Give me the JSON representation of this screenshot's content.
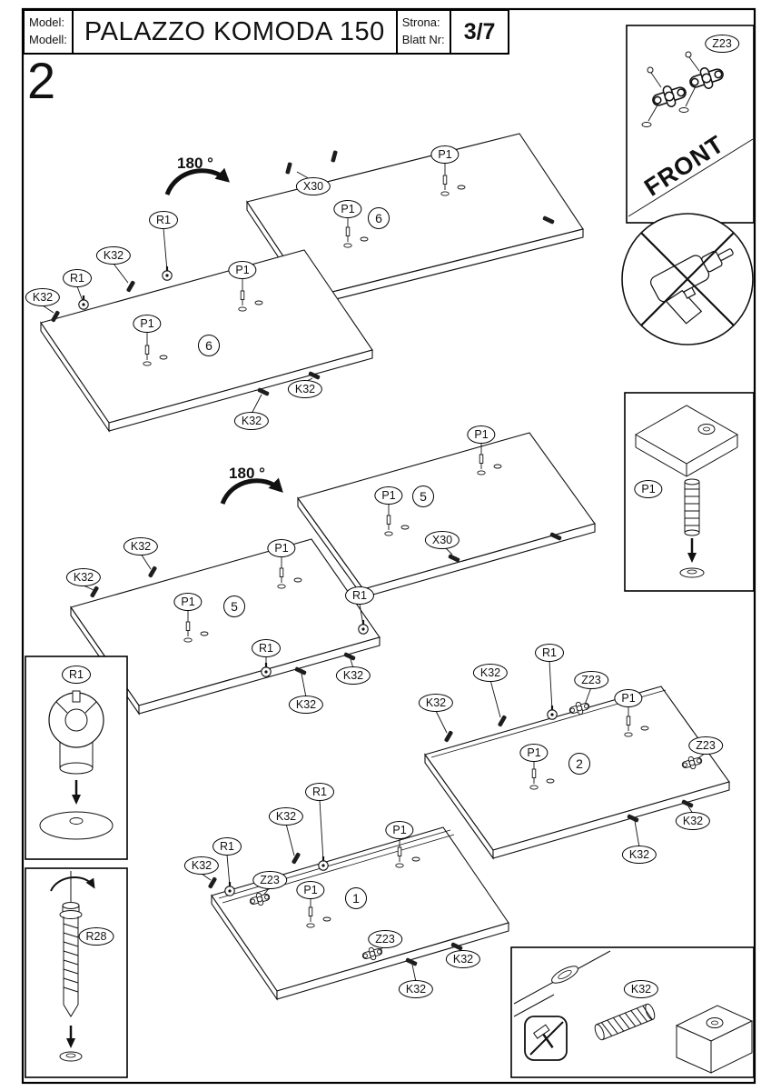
{
  "header": {
    "model_label_line1": "Model:",
    "model_label_line2": "Modell:",
    "title": "PALAZZO KOMODA 150",
    "page_label_line1": "Strona:",
    "page_label_line2": "Blatt Nr:",
    "page_value": "3/7"
  },
  "step_number": "2",
  "rotation_angle": "180 °",
  "front_text": "FRONT",
  "part_labels": {
    "p1": "P1",
    "k32": "K32",
    "r1": "R1",
    "r28": "R28",
    "x30": "X30",
    "z23": "Z23"
  },
  "panel_numbers": {
    "panel1": "1",
    "panel2": "2",
    "panel5": "5",
    "panel6": "6"
  }
}
